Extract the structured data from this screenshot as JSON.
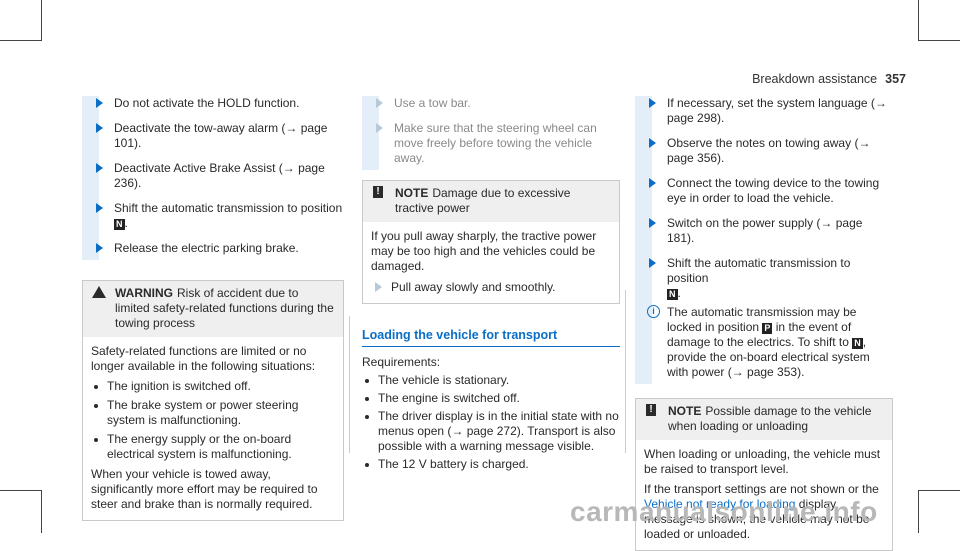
{
  "header": {
    "section": "Breakdown assistance",
    "page": "357"
  },
  "col1": {
    "steps": [
      "Do not activate the HOLD function.",
      "Deactivate the tow-away alarm (→ page 101).",
      "Deactivate Active Brake Assist (→ page 236).",
      "Shift the automatic transmission to position",
      "Release the electric parking brake."
    ],
    "warning": {
      "label": "WARNING",
      "title": "Risk of accident due to limited safety-related functions during the towing process",
      "intro": "Safety-related functions are limited or no longer available in the following situations:",
      "items": [
        "The ignition is switched off.",
        "The brake system or power steering system is malfunctioning.",
        "The energy supply or the on-board electrical system is malfunctioning."
      ],
      "outro": "When your vehicle is towed away, significantly more effort may be required to steer and brake than is normally required."
    }
  },
  "col2": {
    "steps": [
      "Use a tow bar.",
      "Make sure that the steering wheel can move freely before towing the vehicle away."
    ],
    "note": {
      "label": "NOTE",
      "title": "Damage due to excessive tractive power",
      "body": "If you pull away sharply, the tractive power may be too high and the vehicles could be damaged.",
      "step": "Pull away slowly and smoothly."
    },
    "heading": "Loading the vehicle for transport",
    "req_label": "Requirements:",
    "requirements": [
      "The vehicle is stationary.",
      "The engine is switched off.",
      "The driver display is in the initial state with no menus open (→ page 272). Transport is also possible with a warning message visible.",
      "The 12 V battery is charged."
    ]
  },
  "col3": {
    "steps": [
      "If necessary, set the system language (→ page 298).",
      "Observe the notes on towing away (→ page 356).",
      "Connect the towing device to the towing eye in order to load the vehicle.",
      "Switch on the power supply (→ page 181).",
      "Shift the automatic transmission to position"
    ],
    "symbols": {
      "n": "N",
      "p": "P"
    },
    "info": {
      "a": "The automatic transmission may be locked in position",
      "b": "in the event of damage to the electrics. To shift to",
      "c": ", provide the on-board electrical system with power (→ page 353)."
    },
    "note": {
      "label": "NOTE",
      "title": "Possible damage to the vehicle when loading or unloading",
      "p1": "When loading or unloading, the vehicle must be raised to transport level.",
      "p2a": "If the transport settings are not shown or the",
      "p2link": "Vehicle not ready for loading",
      "p2b": "display message is shown, the vehicle may not be loaded or unloaded."
    }
  },
  "watermark": "carmanualsonline.info"
}
